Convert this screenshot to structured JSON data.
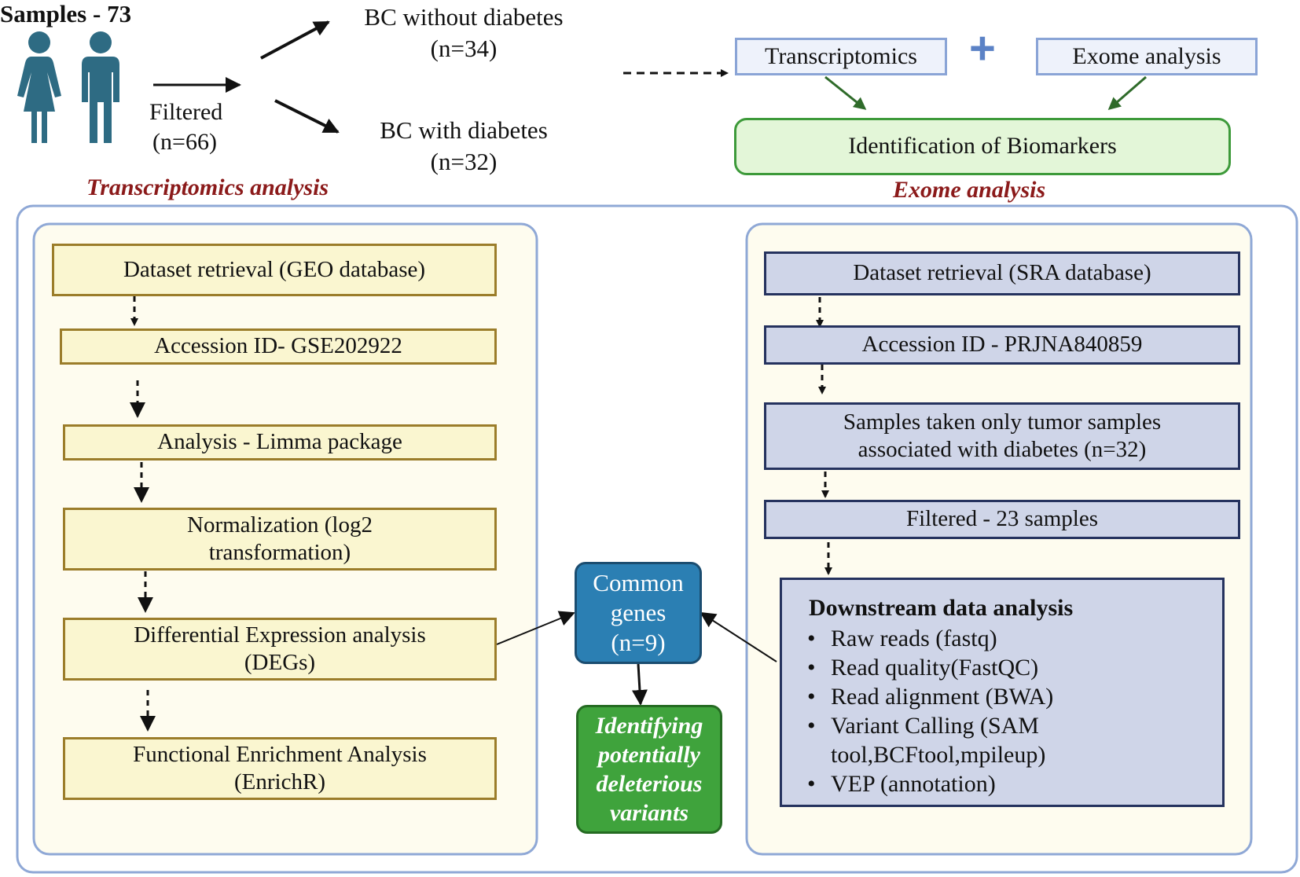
{
  "header": {
    "samples_label": "Samples - 73",
    "filtered_label": "Filtered",
    "filtered_n": "(n=66)",
    "group_without": "BC without diabetes",
    "group_without_n": "(n=34)",
    "group_with": "BC with diabetes",
    "group_with_n": "(n=32)",
    "transcriptomics_box": "Transcriptomics",
    "plus": "+",
    "exome_box": "Exome analysis",
    "biomarkers": "Identification of Biomarkers"
  },
  "sections": {
    "transcriptomics_title": "Transcriptomics analysis",
    "exome_title": "Exome analysis"
  },
  "left_steps": [
    {
      "line1": "Dataset retrieval (GEO database)",
      "line2": ""
    },
    {
      "line1": "Accession ID- GSE202922",
      "line2": ""
    },
    {
      "line1": "Analysis - Limma package",
      "line2": ""
    },
    {
      "line1": "Normalization (log2",
      "line2": "transformation)"
    },
    {
      "line1": "Differential Expression analysis",
      "line2": "(DEGs)"
    },
    {
      "line1": "Functional Enrichment Analysis",
      "line2": "(EnrichR)"
    }
  ],
  "right_steps": [
    {
      "line1": "Dataset retrieval (SRA database)",
      "line2": ""
    },
    {
      "line1": "Accession ID - PRJNA840859",
      "line2": ""
    },
    {
      "line1": "Samples taken only tumor samples",
      "line2": "associated with diabetes (n=32)"
    },
    {
      "line1": "Filtered - 23 samples",
      "line2": ""
    }
  ],
  "downstream": {
    "title": "Downstream data analysis",
    "items": [
      "Raw reads (fastq)",
      "Read quality(FastQC)",
      "Read alignment (BWA)",
      "Variant Calling (SAM tool,BCFtool,mpileup)",
      "VEP (annotation)"
    ]
  },
  "center": {
    "common_line1": "Common",
    "common_line2": "genes",
    "common_line3": "(n=9)",
    "variants_line1": "Identifying",
    "variants_line2": "potentially",
    "variants_line3": "deleterious",
    "variants_line4": "variants"
  },
  "colors": {
    "person": "#2e6b83",
    "yellow_fill": "#faf6d0",
    "yellow_border": "#9b7d2a",
    "blue_fill": "#cfd5e8",
    "blue_border": "#25325e",
    "common_fill": "#2b7fb3",
    "variants_fill": "#3fa33c",
    "biomarker_fill": "#e3f6d8",
    "biomarker_border": "#3d9a3a",
    "title_red": "#8b1a1a"
  }
}
